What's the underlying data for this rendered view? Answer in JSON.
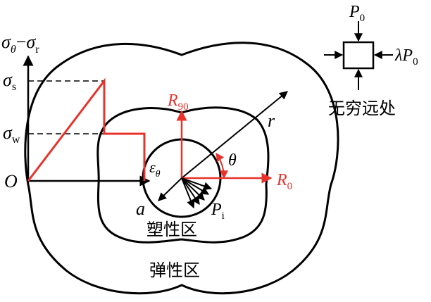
{
  "colors": {
    "ink": "#000000",
    "accent": "#e8322b",
    "background": "#ffffff"
  },
  "axis": {
    "y_label": {
      "main": "σ",
      "sub_theta": "θ",
      "dash": "−",
      "sigma2": "σ",
      "sub_r": "r"
    },
    "origin": "O",
    "sigma_s": {
      "main": "σ",
      "sub": "s"
    },
    "sigma_w": {
      "main": "σ",
      "sub": "w"
    }
  },
  "far_field": {
    "p0": {
      "main": "P",
      "sub": "0"
    },
    "lambda_p0": {
      "lambda": "λ",
      "main": "P",
      "sub": "0"
    },
    "caption": "无穷远处"
  },
  "labels": {
    "r90": {
      "main": "R",
      "sub": "90"
    },
    "r0": {
      "main": "R",
      "sub": "0"
    },
    "r": "r",
    "theta": "θ",
    "epsilon": {
      "main": "ε",
      "sub": "θ"
    },
    "a": "a",
    "pi": {
      "main": "P",
      "sub": "i"
    },
    "plastic_zone": "塑性区",
    "elastic_zone": "弹性区"
  }
}
